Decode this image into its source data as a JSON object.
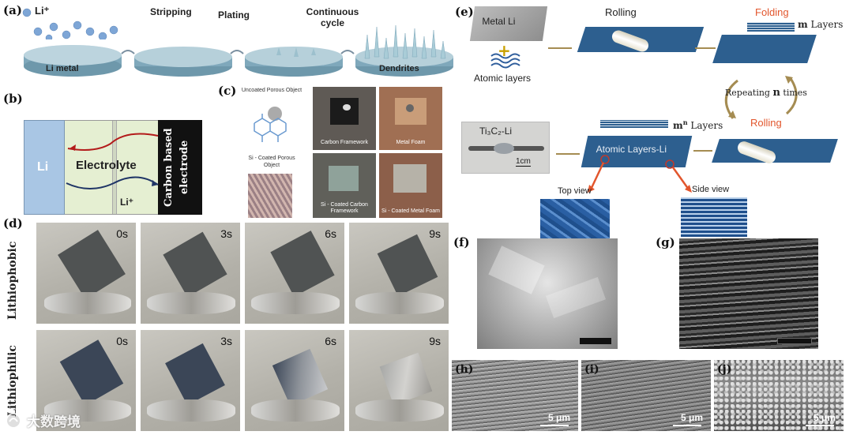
{
  "panel_a": {
    "letter": "(a)",
    "li_plus": "Li⁺",
    "stage_labels": [
      "Stripping",
      "Plating",
      "Continuous cycle"
    ],
    "disc_labels": [
      "Li metal",
      "Dendrites"
    ]
  },
  "panel_b": {
    "letter": "(b)",
    "li_label": "Li",
    "electrolyte_label": "Electrolyte",
    "li_plus": "Li⁺",
    "electrode_label": "Carbon based electrode"
  },
  "panel_c": {
    "letter": "(c)",
    "uncoated_label": "Uncoated Porous Object",
    "coated_label": "Si - Coated Porous Object",
    "photo_labels": [
      "Carbon Framework",
      "Metal Foam",
      "Si - Coated Carbon Framework",
      "Si - Coated Metal Foam"
    ]
  },
  "panel_d": {
    "letter": "(d)",
    "row_labels": [
      "Lithiophobic",
      "Lithiophilic"
    ],
    "times": [
      "0s",
      "3s",
      "6s",
      "9s"
    ]
  },
  "panel_e": {
    "letter": "(e)",
    "metal_li": "Metal Li",
    "atomic_layers": "Atomic layers",
    "rolling": "Rolling",
    "folding": "Folding",
    "m_layers_m": "m",
    "m_layers_rest": " Layers",
    "repeating_prefix": "Repeating ",
    "repeating_n": "n",
    "repeating_suffix": " times",
    "rolling_2": "Rolling",
    "mn_layers_base": "m",
    "mn_layers_sup": "n",
    "mn_layers_rest": " Layers",
    "ti3c2_li": "Ti₃C₂-Li",
    "scale_1cm": "1cm",
    "atomic_layers_li": "Atomic Layers-Li",
    "top_view": "Top view",
    "side_view": "Side view"
  },
  "panel_f": {
    "letter": "(f)"
  },
  "panel_g": {
    "letter": "(g)"
  },
  "panel_h": {
    "letter": "(h)",
    "scale": "5 μm"
  },
  "panel_i": {
    "letter": "(i)",
    "scale": "5 μm"
  },
  "panel_j": {
    "letter": "(j)",
    "scale": "5 μm"
  },
  "watermark": {
    "text": "大数跨境"
  }
}
